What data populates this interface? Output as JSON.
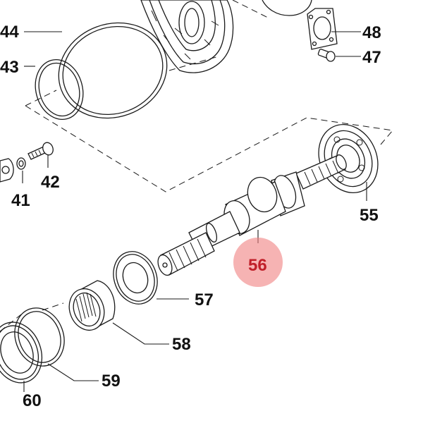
{
  "diagram": {
    "highlight_color": "#f08080",
    "highlight_text_color": "#c0202a",
    "labels": {
      "p41": "41",
      "p42": "42",
      "p43": "43",
      "p44": "44",
      "p47": "47",
      "p48": "48",
      "p55": "55",
      "p56": "56",
      "p57": "57",
      "p58": "58",
      "p59": "59",
      "p60": "60"
    },
    "highlighted_part": "56"
  }
}
